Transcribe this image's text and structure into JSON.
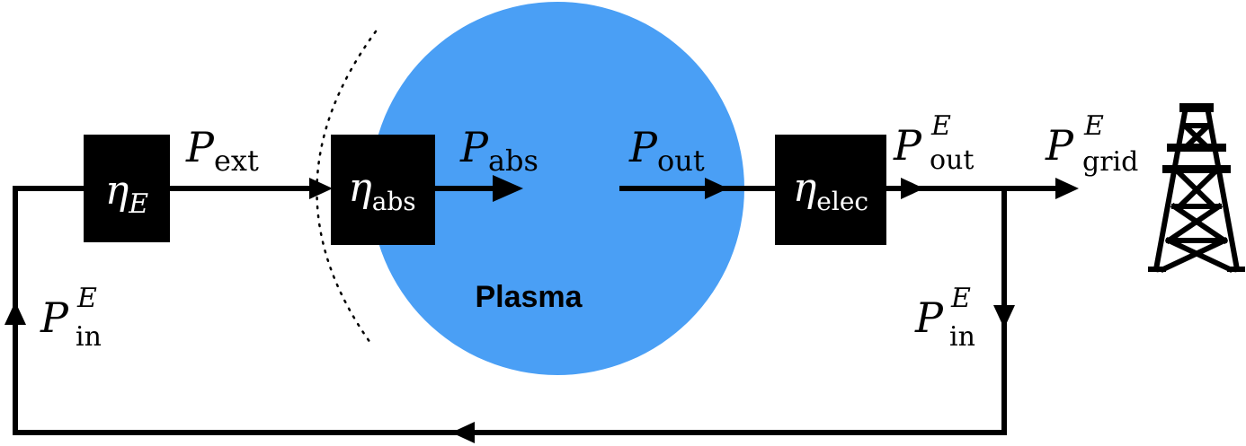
{
  "colors": {
    "plasma": "#4a9ff5",
    "block": "#000000",
    "line": "#000000",
    "background": "#ffffff"
  },
  "plasma": {
    "label": "Plasma"
  },
  "blocks": {
    "eta_E": {
      "symbol": "η",
      "sub": "E"
    },
    "eta_abs": {
      "symbol": "η",
      "sub": "abs"
    },
    "eta_elec": {
      "symbol": "η",
      "sub": "elec"
    }
  },
  "powers": {
    "P_ext": {
      "symbol": "P",
      "sub": "ext",
      "sup": ""
    },
    "P_abs": {
      "symbol": "P",
      "sub": "abs",
      "sup": ""
    },
    "P_out": {
      "symbol": "P",
      "sub": "out",
      "sup": ""
    },
    "P_out_E": {
      "symbol": "P",
      "sub": "out",
      "sup": "E"
    },
    "P_grid_E": {
      "symbol": "P",
      "sub": "grid",
      "sup": "E"
    },
    "P_in_E_left": {
      "symbol": "P",
      "sub": "in",
      "sup": "E"
    },
    "P_in_E_right": {
      "symbol": "P",
      "sub": "in",
      "sup": "E"
    }
  },
  "icons": {
    "grid": "transmission-tower-icon"
  }
}
